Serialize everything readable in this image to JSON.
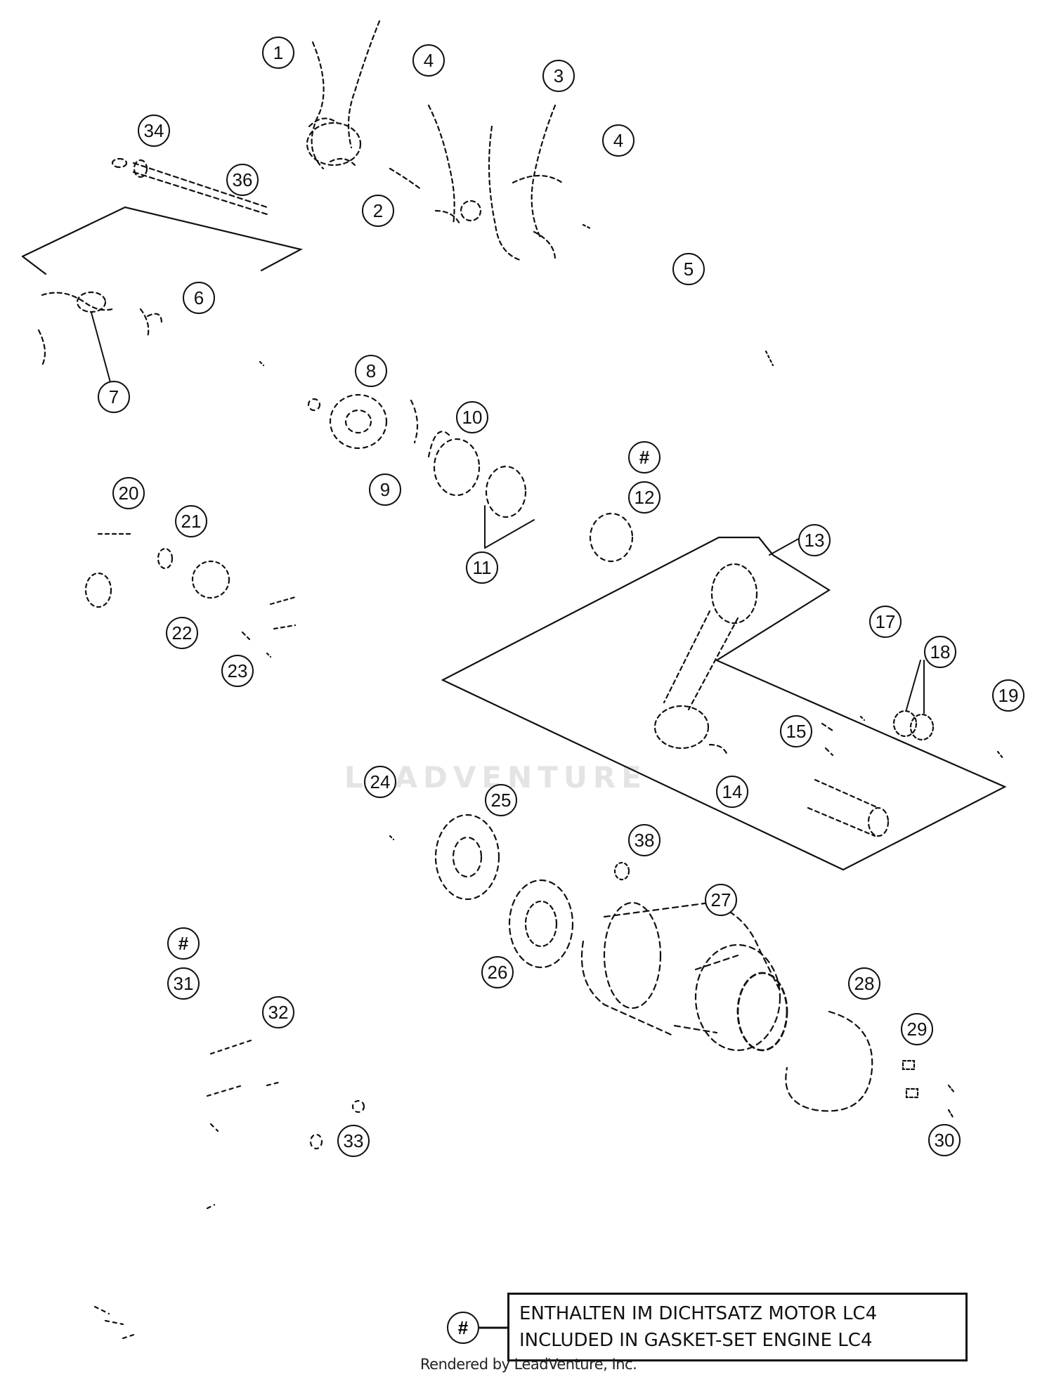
{
  "diagram": {
    "callouts": [
      "1",
      "2",
      "3",
      "4",
      "4",
      "34",
      "36",
      "5",
      "6",
      "7",
      "8",
      "9",
      "10",
      "#",
      "12",
      "11",
      "13",
      "20",
      "21",
      "22",
      "23",
      "17",
      "18",
      "19",
      "15",
      "14",
      "24",
      "25",
      "38",
      "27",
      "26",
      "#",
      "31",
      "32",
      "28",
      "29",
      "30",
      "33"
    ],
    "legend": {
      "symbol": "#",
      "line1": "ENTHALTEN IM DICHTSATZ MOTOR LC4",
      "line2": "INCLUDED IN GASKET-SET ENGINE LC4"
    },
    "footer": "Rendered by LeadVenture, Inc.",
    "watermark": "LEADVENTURE",
    "colors": {
      "ink": "#111111",
      "watermark": "#e4e4e4"
    }
  }
}
